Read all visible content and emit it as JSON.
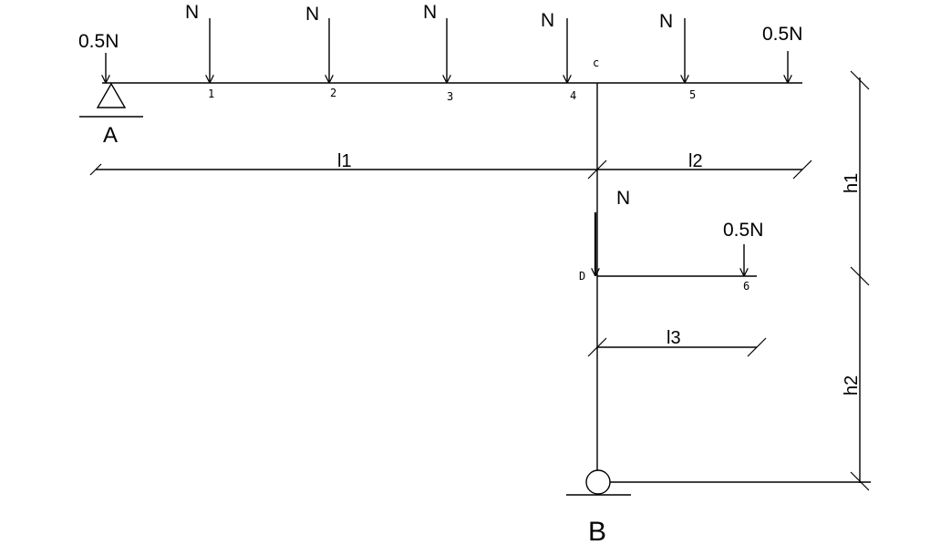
{
  "loads": {
    "end_left": "0.5N",
    "n1": "N",
    "n2": "N",
    "n3": "N",
    "n4": "N",
    "n5": "N",
    "end_right": "0.5N",
    "column": "N",
    "bracket_end": "0.5N"
  },
  "nodes": {
    "p1": "1",
    "p2": "2",
    "p3": "3",
    "p4": "4",
    "p5": "5",
    "p6": "6",
    "c": "c",
    "d": "D"
  },
  "supports": {
    "a": "A",
    "b": "B"
  },
  "dimensions": {
    "l1": "l1",
    "l2": "l2",
    "l3": "l3",
    "h1": "h1",
    "h2": "h2"
  }
}
